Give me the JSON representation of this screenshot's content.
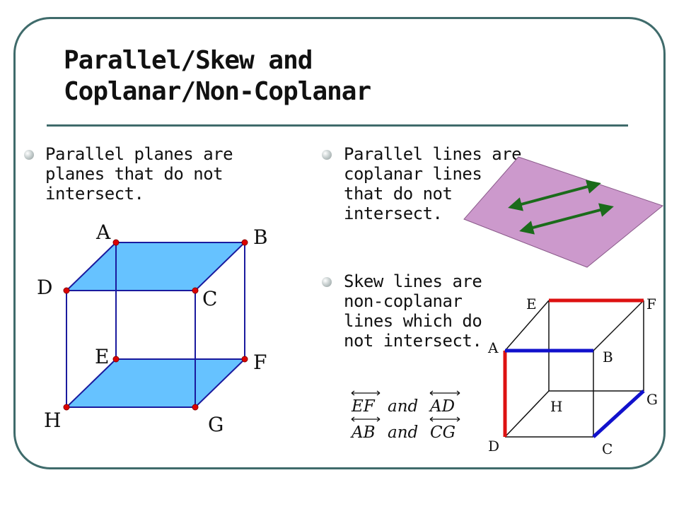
{
  "title": {
    "line1": "Parallel/Skew and",
    "line2": "Coplanar/Non-Coplanar"
  },
  "bullets": {
    "parallel_planes": "Parallel planes are\nplanes that do not\nintersect.",
    "parallel_lines": "Parallel lines are\ncoplanar lines\nthat do not\nintersect.",
    "skew_lines": "Skew lines are\nnon-coplanar\nlines which do\nnot intersect."
  },
  "cube1": {
    "labels": {
      "A": "A",
      "B": "B",
      "C": "C",
      "D": "D",
      "E": "E",
      "F": "F",
      "G": "G",
      "H": "H"
    },
    "colors": {
      "face": "#66c2ff",
      "edge": "#1a1a9e",
      "vertex": "#dd0000"
    }
  },
  "plane": {
    "colors": {
      "fill": "#cc99cc",
      "arrow": "#1a6b1a"
    }
  },
  "cube2": {
    "labels": {
      "A": "A",
      "B": "B",
      "C": "C",
      "D": "D",
      "E": "E",
      "F": "F",
      "G": "G",
      "H": "H"
    },
    "colors": {
      "red": "#dd1111",
      "blue": "#1111cc"
    }
  },
  "examples": {
    "pair1": {
      "line_a": "EF",
      "word": "and",
      "line_b": "AD"
    },
    "pair2": {
      "line_a": "AB",
      "word": "and",
      "line_b": "CG"
    }
  },
  "colors": {
    "frame": "#3f6b6b"
  }
}
